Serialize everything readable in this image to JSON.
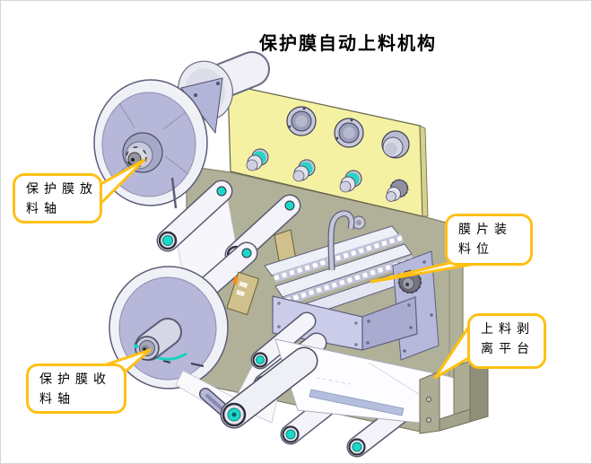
{
  "title": "保护膜自动上料机构",
  "callouts": [
    {
      "name": "film-unwind-shaft",
      "line1": "保护膜放",
      "line2": "料轴"
    },
    {
      "name": "film-loading-position",
      "line1": "膜片装",
      "line2": "料位"
    },
    {
      "name": "feed-peel-platform",
      "line1": "上料剥",
      "line2": "离平台"
    },
    {
      "name": "film-rewind-shaft",
      "line1": "保护膜收",
      "line2": "料轴"
    }
  ],
  "colors": {
    "callout_border": "#FFC013",
    "panel_yellow": "#F5F1A3",
    "base_plate_olive": "#B1B199",
    "reel_lavender": "#B7B8D9",
    "machine_lavender": "#CBCCE9",
    "accent_teal": "#1BD8CB",
    "sensor_tan": "#CFC08C",
    "background": "#FFFFFF"
  }
}
